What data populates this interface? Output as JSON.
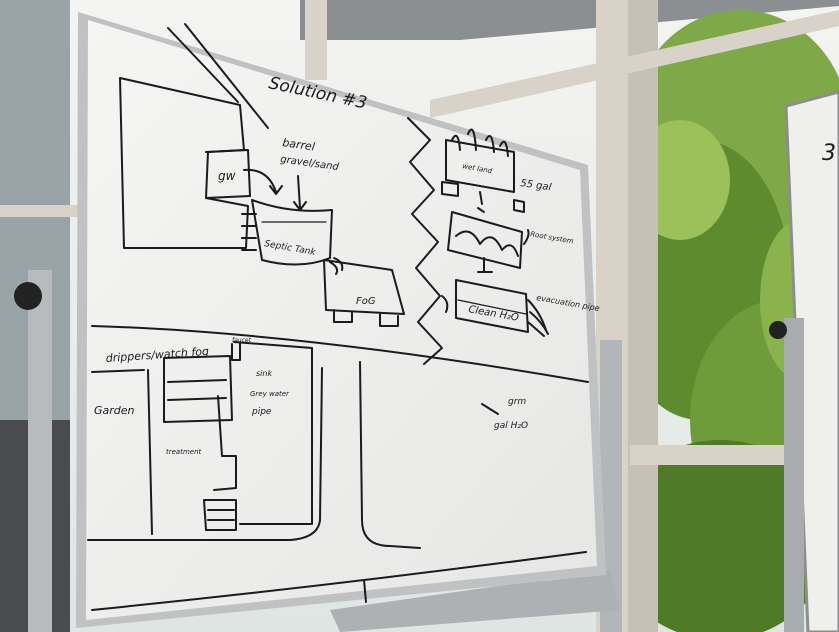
{
  "board": {
    "title": "Solution #3",
    "labels": {
      "barrel": "barrel",
      "gravel_sand": "gravel/sand",
      "gw": "gw",
      "septic_tank": "Septic Tank",
      "fog": "FoG",
      "gal": "55 gal",
      "wet_land": "wet land",
      "root_system": "Root system",
      "clean_h2o": "Clean H₂O",
      "evacuation_pipe": "evacuation pipe",
      "drippers_watch_fog": "drippers/watch fog",
      "garden": "Garden",
      "sink": "sink",
      "grey_water": "Grey water",
      "pipe": "pipe",
      "treatment": "treatment",
      "grm": "grm",
      "gal_h2o": "gal H₂O",
      "faucet": "faucet"
    }
  },
  "right_board": {
    "label": "3"
  },
  "colors": {
    "board": "#f1f1ee",
    "frame": "#c9cacc",
    "ink": "#1b1b1f",
    "window_frame": "#d8d2c8",
    "foliage": "#6f9b3a"
  }
}
